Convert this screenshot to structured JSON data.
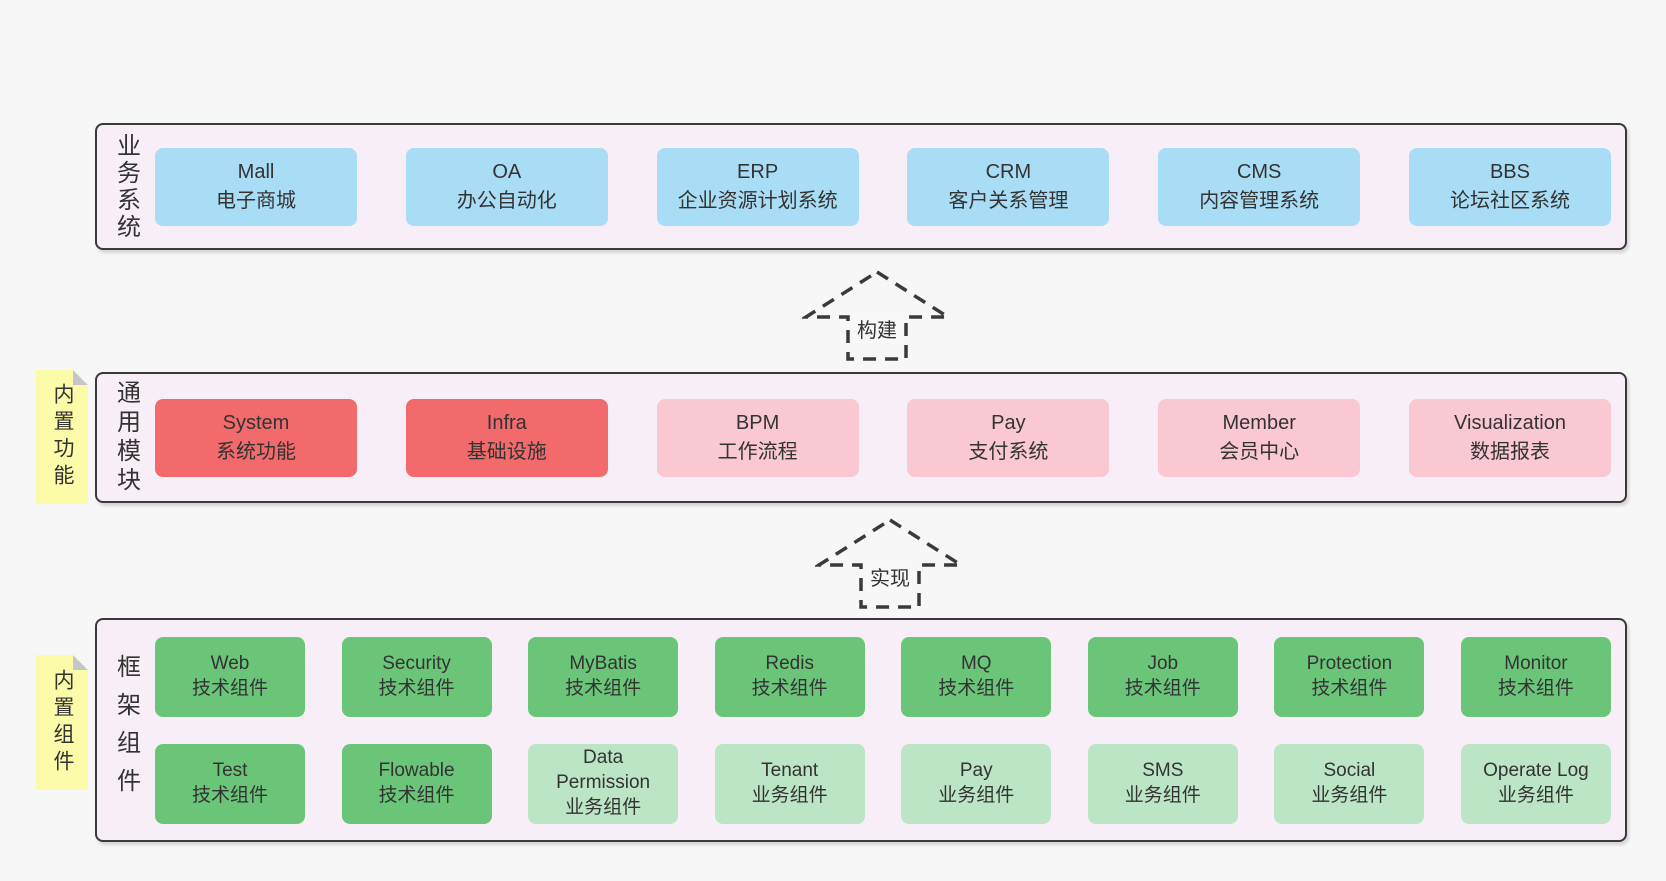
{
  "diagram": {
    "title": "layered architecture diagram",
    "colors": {
      "page_bg": "#f7f7f7",
      "band_bg": "#f8eef7",
      "band_border": "#3a3a3a",
      "business_system_box": "#a9dcf5",
      "core_module_box": "#f26a6b",
      "module_box": "#f9c8d3",
      "tech_component_box": "#6ac578",
      "biz_component_box": "#bce5c5",
      "sticky_note": "#fbfba9"
    },
    "arrows": [
      {
        "label": "构建"
      },
      {
        "label": "实现"
      }
    ],
    "bands": [
      {
        "label": "业务系统",
        "rows": [
          [
            {
              "title": "Mall",
              "subtitle": "电子商城"
            },
            {
              "title": "OA",
              "subtitle": "办公自动化"
            },
            {
              "title": "ERP",
              "subtitle": "企业资源计划系统"
            },
            {
              "title": "CRM",
              "subtitle": "客户关系管理"
            },
            {
              "title": "CMS",
              "subtitle": "内容管理系统"
            },
            {
              "title": "BBS",
              "subtitle": "论坛社区系统"
            }
          ]
        ]
      },
      {
        "label": "通用模块",
        "note": "内置功能",
        "rows": [
          [
            {
              "title": "System",
              "subtitle": "系统功能"
            },
            {
              "title": "Infra",
              "subtitle": "基础设施"
            },
            {
              "title": "BPM",
              "subtitle": "工作流程"
            },
            {
              "title": "Pay",
              "subtitle": "支付系统"
            },
            {
              "title": "Member",
              "subtitle": "会员中心"
            },
            {
              "title": "Visualization",
              "subtitle": "数据报表"
            }
          ]
        ]
      },
      {
        "label": "框架组件",
        "note": "内置组件",
        "rows": [
          [
            {
              "title": "Web",
              "subtitle": "技术组件"
            },
            {
              "title": "Security",
              "subtitle": "技术组件"
            },
            {
              "title": "MyBatis",
              "subtitle": "技术组件"
            },
            {
              "title": "Redis",
              "subtitle": "技术组件"
            },
            {
              "title": "MQ",
              "subtitle": "技术组件"
            },
            {
              "title": "Job",
              "subtitle": "技术组件"
            },
            {
              "title": "Protection",
              "subtitle": "技术组件"
            },
            {
              "title": "Monitor",
              "subtitle": "技术组件"
            }
          ],
          [
            {
              "title": "Test",
              "subtitle": "技术组件"
            },
            {
              "title": "Flowable",
              "subtitle": "技术组件"
            },
            {
              "title": "Data Permission",
              "subtitle": "业务组件"
            },
            {
              "title": "Tenant",
              "subtitle": "业务组件"
            },
            {
              "title": "Pay",
              "subtitle": "业务组件"
            },
            {
              "title": "SMS",
              "subtitle": "业务组件"
            },
            {
              "title": "Social",
              "subtitle": "业务组件"
            },
            {
              "title": "Operate Log",
              "subtitle": "业务组件"
            }
          ]
        ]
      }
    ]
  }
}
